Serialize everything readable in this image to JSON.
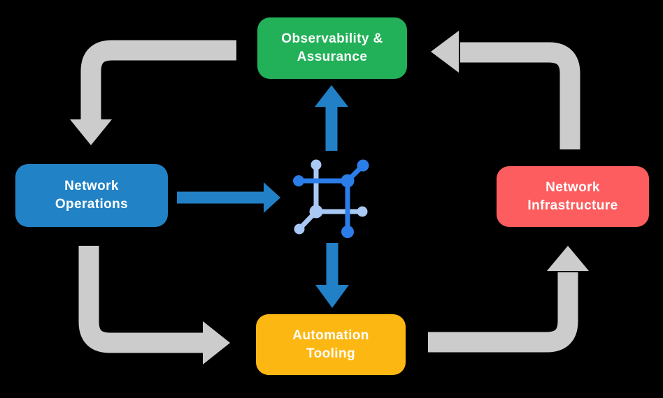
{
  "colors": {
    "background": "#000000",
    "arrow_gray": "#cccccc",
    "arrow_blue": "#2180c6",
    "icon_dark_blue": "#2b7de9",
    "icon_light_blue": "#a9c8f3",
    "label_text": "#ffffff"
  },
  "nodes": {
    "observability_assurance": {
      "lines": [
        "Observability &",
        "Assurance"
      ],
      "color": "#22b158"
    },
    "network_operations": {
      "lines": [
        "Network",
        "Operations"
      ],
      "color": "#2182c6"
    },
    "network_infrastructure": {
      "lines": [
        "Network",
        "Infrastructure"
      ],
      "color": "#fd5d5e"
    },
    "automation_tooling": {
      "lines": [
        "Automation",
        "Tooling"
      ],
      "color": "#fcb713"
    }
  },
  "icons": {
    "center": "network-mesh-icon"
  }
}
